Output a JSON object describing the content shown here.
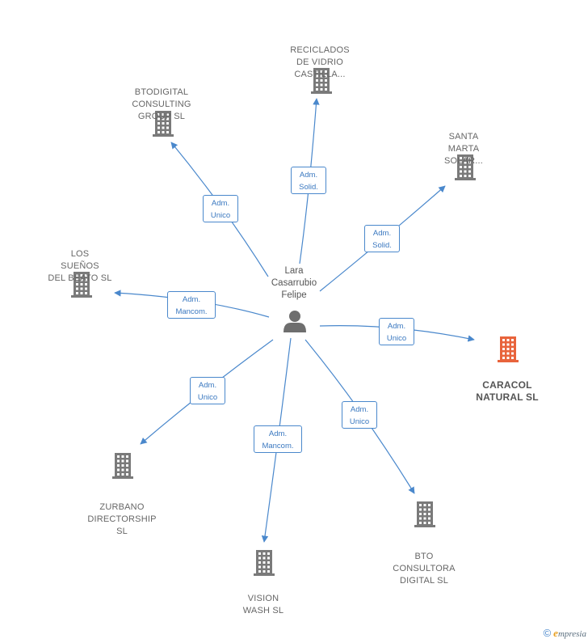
{
  "center": {
    "label": "Lara\nCasarrubio\nFelipe",
    "icon": "person-icon"
  },
  "companies": [
    {
      "id": "btodigital",
      "label": "BTODIGITAL\nCONSULTING\nGROUP  SL",
      "icon": "building-icon",
      "highlight": false,
      "role": "Adm.\nUnico"
    },
    {
      "id": "reciclados",
      "label": "RECICLADOS\nDE VIDRIO\nCASTILLA...",
      "icon": "building-icon",
      "highlight": false,
      "role": "Adm.\nSolid."
    },
    {
      "id": "santa-marta",
      "label": "SANTA\nMARTA\nSOLAR...",
      "icon": "building-icon",
      "highlight": false,
      "role": "Adm.\nSolid."
    },
    {
      "id": "los-suenos",
      "label": "LOS\nSUEÑOS\nDEL BEATO  SL",
      "icon": "building-icon",
      "highlight": false,
      "role": "Adm.\nMancom."
    },
    {
      "id": "caracol",
      "label": "CARACOL\nNATURAL  SL",
      "icon": "building-icon",
      "highlight": true,
      "role": "Adm.\nUnico"
    },
    {
      "id": "zurbano",
      "label": "ZURBANO\nDIRECTORSHIP\nSL",
      "icon": "building-icon",
      "highlight": false,
      "role": "Adm.\nUnico"
    },
    {
      "id": "vision",
      "label": "VISION\nWASH  SL",
      "icon": "building-icon",
      "highlight": false,
      "role": "Adm.\nMancom."
    },
    {
      "id": "bto-consultora",
      "label": "BTO\nCONSULTORA\nDIGITAL  SL",
      "icon": "building-icon",
      "highlight": false,
      "role": "Adm.\nUnico"
    }
  ],
  "colors": {
    "edge": "#4a88cc",
    "building": "#7a7a7a",
    "building_highlight": "#e8643c",
    "person": "#6e6e6e"
  },
  "footer": {
    "symbol": "©",
    "brand_initial": "e",
    "brand_rest": "mpresia"
  }
}
